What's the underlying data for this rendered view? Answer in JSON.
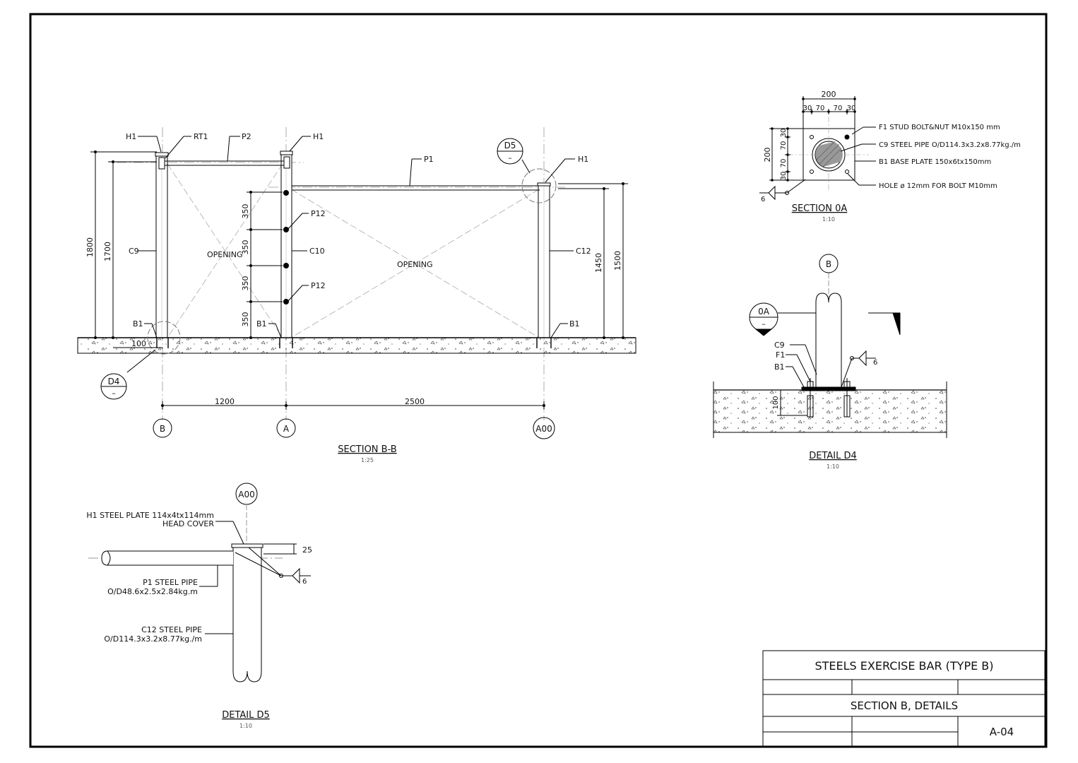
{
  "title_block": {
    "project": "STEELS EXERCISE BAR (TYPE B)",
    "sheet_title": "SECTION B, DETAILS",
    "sheet_no": "A-04"
  },
  "section_bb": {
    "title": "SECTION B-B",
    "scale": "1:25",
    "labels": {
      "h1_left": "H1",
      "rt1": "RT1",
      "p2": "P2",
      "h1_mid": "H1",
      "p1": "P1",
      "h1_right": "H1",
      "d5_tag": "D5",
      "d5_sub": "–",
      "c9": "C9",
      "c10": "C10",
      "c12": "C12",
      "p12_a": "P12",
      "p12_b": "P12",
      "opening_left": "OPENING",
      "opening_right": "OPENING",
      "b1_left": "B1",
      "b1_mid": "B1",
      "b1_right": "B1",
      "d4_tag": "D4",
      "d4_sub": "–"
    },
    "dims": {
      "h1800": "1800",
      "h1700": "1700",
      "h350a": "350",
      "h350b": "350",
      "h350c": "350",
      "h350d": "350",
      "h1450": "1450",
      "h1500": "1500",
      "w100": "100",
      "w1200": "1200",
      "w2500": "2500"
    },
    "grid": {
      "b": "B",
      "a": "A",
      "a00": "A00"
    }
  },
  "section_0a": {
    "title": "SECTION 0A",
    "scale": "1:10",
    "dims": {
      "w200": "200",
      "w30a": "30",
      "w70a": "70",
      "w70b": "70",
      "w30b": "30",
      "h200": "200",
      "h30a": "30",
      "h70a": "70",
      "h70b": "70",
      "h30b": "30"
    },
    "notes": {
      "f1": "F1 STUD BOLT&NUT M10x150 mm",
      "c9": "C9 STEEL PIPE O/D114.3x3.2x8.77kg./m",
      "b1": "B1 BASE PLATE 150x6tx150mm",
      "hole": "HOLE ø 12mm FOR BOLT M10mm"
    },
    "weld": "6"
  },
  "detail_d4": {
    "title": "DETAIL D4",
    "scale": "1:10",
    "grid": "B",
    "tag": "0A",
    "tag_sub": "–",
    "labels": {
      "c9": "C9",
      "f1": "F1",
      "b1": "B1"
    },
    "dim": "100",
    "weld": "6"
  },
  "detail_d5": {
    "title": "DETAIL D5",
    "scale": "1:10",
    "grid": "A00",
    "notes": {
      "h1_line1": "H1 STEEL PLATE 114x4tx114mm",
      "h1_line2": "HEAD COVER",
      "p1_line1": "P1 STEEL PIPE",
      "p1_line2": "O/D48.6x2.5x2.84kg.m",
      "c12_line1": "C12 STEEL PIPE",
      "c12_line2": "O/D114.3x3.2x8.77kg./m"
    },
    "dim": "25",
    "weld": "6"
  }
}
